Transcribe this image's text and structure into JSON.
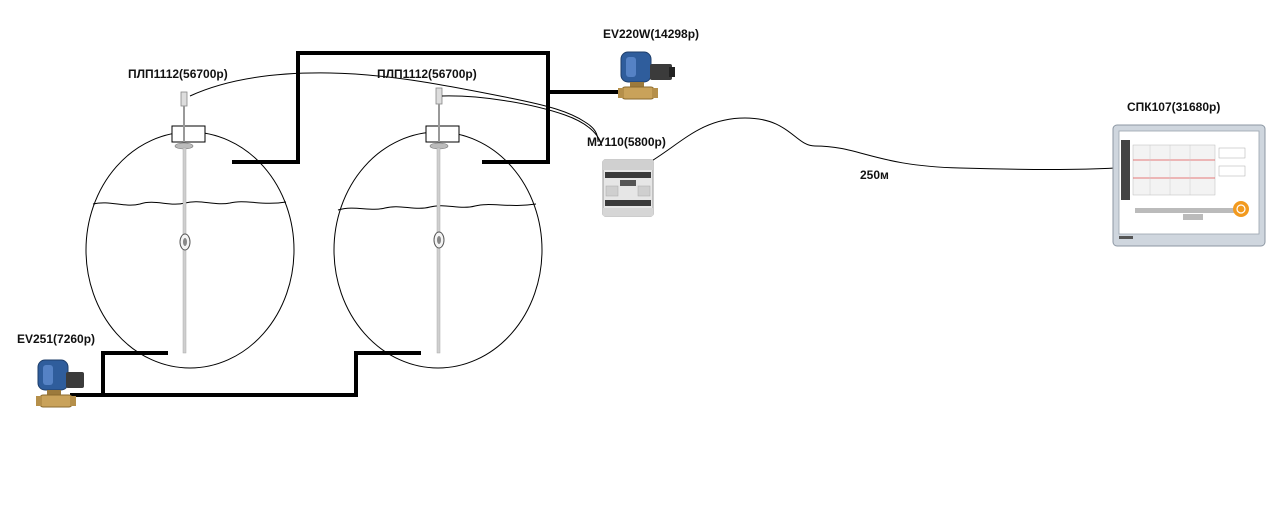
{
  "labels": {
    "level_sensor_1": "ПЛП1112(56700р)",
    "level_sensor_2": "ПЛП1112(56700р)",
    "valve_top": "EV220W(14298р)",
    "valve_bottom": "EV251(7260р)",
    "io_module": "МУ110(5800р)",
    "panel": "СПК107(31680р)",
    "cable_length": "250м"
  }
}
